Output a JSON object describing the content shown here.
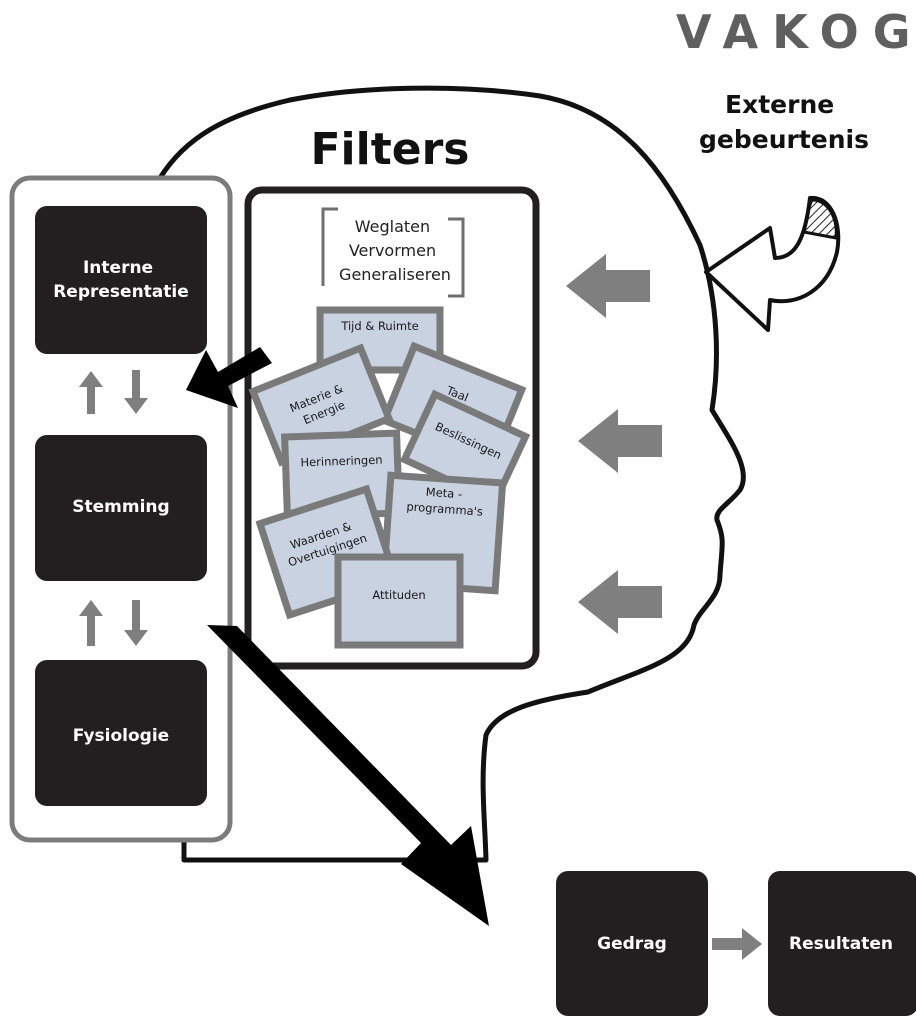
{
  "brand": "VAKOG",
  "external_event": [
    "Externe",
    "gebeurtenis"
  ],
  "filters_title": "Filters",
  "filter_processes": [
    "Weglaten",
    "Vervormen",
    "Generaliseren"
  ],
  "filter_cards": {
    "time_space": "Tijd & Ruimte",
    "matter_energy": [
      "Materie &",
      "Energie"
    ],
    "language": "Taal",
    "decisions": "Beslissingen",
    "memories": "Herinneringen",
    "values_beliefs": [
      "Waarden &",
      "Overtuigingen"
    ],
    "meta_programs": [
      "Meta -",
      "programma's"
    ],
    "attitudes": "Attituden"
  },
  "internal_boxes": {
    "representation": [
      "Interne",
      "Representatie"
    ],
    "mood": "Stemming",
    "physiology": "Fysiologie"
  },
  "outputs": {
    "behavior": "Gedrag",
    "results": "Resultaten"
  },
  "colors": {
    "box_fill": "#231f20",
    "card_fill": "#c8d2e0",
    "card_border": "#7a7a7a",
    "arrow_gray": "#7f7f7f",
    "panel_border": "#7c7c7c"
  }
}
